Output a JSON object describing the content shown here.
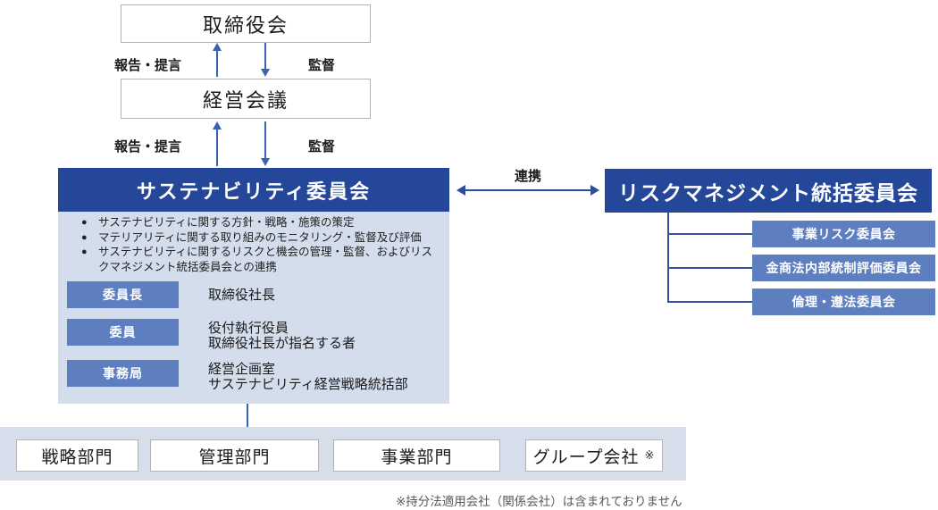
{
  "colors": {
    "dark_blue": "#24479a",
    "medium_blue": "#5d7ebf",
    "panel_light_blue": "#d3ddec",
    "band_light_blue": "#d6deeb",
    "arrow_blue": "#3a62b2",
    "link_blue": "#2b4da0"
  },
  "top_chain": {
    "board_label": "取締役会",
    "management_label": "経営会議",
    "report_label": "報告・提言",
    "supervise_label": "監督"
  },
  "sustainability": {
    "title": "サステナビリティ委員会",
    "bullet_marker": "●",
    "bullets": [
      "サステナビリティに関する方針・戦略・施策の策定",
      "マテリアリティに関する取り組みのモニタリング・監督及び評価",
      "サステナビリティに関するリスクと機会の管理・監督、およびリスクマネジメント統括委員会との連携"
    ],
    "rows": [
      {
        "label": "委員長",
        "lines": [
          "取締役社長"
        ]
      },
      {
        "label": "委員",
        "lines": [
          "役付執行役員",
          "取締役社長が指名する者"
        ]
      },
      {
        "label": "事務局",
        "lines": [
          "経営企画室",
          "サステナビリティ経営戦略統括部"
        ]
      }
    ]
  },
  "collaboration_label": "連携",
  "risk_committee": {
    "title": "リスクマネジメント統括委員会",
    "subcommittees": [
      "事業リスク委員会",
      "金商法内部統制評価委員会",
      "倫理・遵法委員会"
    ]
  },
  "departments": {
    "items": [
      "戦略部門",
      "管理部門",
      "事業部門"
    ],
    "group_label": "グループ会社",
    "group_note_mark": "※"
  },
  "footnote": "※持分法適用会社（関係会社）は含まれておりません"
}
